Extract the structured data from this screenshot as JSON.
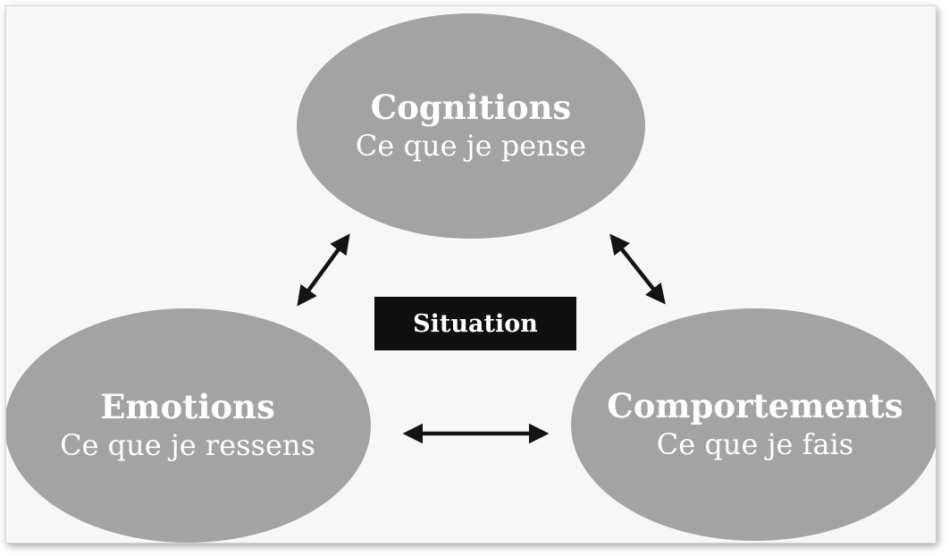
{
  "diagram": {
    "colors": {
      "node_fill": "#a3a3a3",
      "box_fill": "#0f0f0f",
      "arrow": "#141414",
      "background": "#f7f7f7"
    },
    "nodes": {
      "cognitions": {
        "title": "Cognitions",
        "subtitle": "Ce que je pense"
      },
      "emotions": {
        "title": "Emotions",
        "subtitle": "Ce que je ressens"
      },
      "comportements": {
        "title": "Comportements",
        "subtitle": "Ce que je fais"
      }
    },
    "center_label": "Situation",
    "arrows": [
      {
        "from": "cognitions",
        "to": "emotions",
        "type": "bidirectional"
      },
      {
        "from": "cognitions",
        "to": "comportements",
        "type": "bidirectional"
      },
      {
        "from": "emotions",
        "to": "comportements",
        "type": "bidirectional"
      }
    ]
  }
}
